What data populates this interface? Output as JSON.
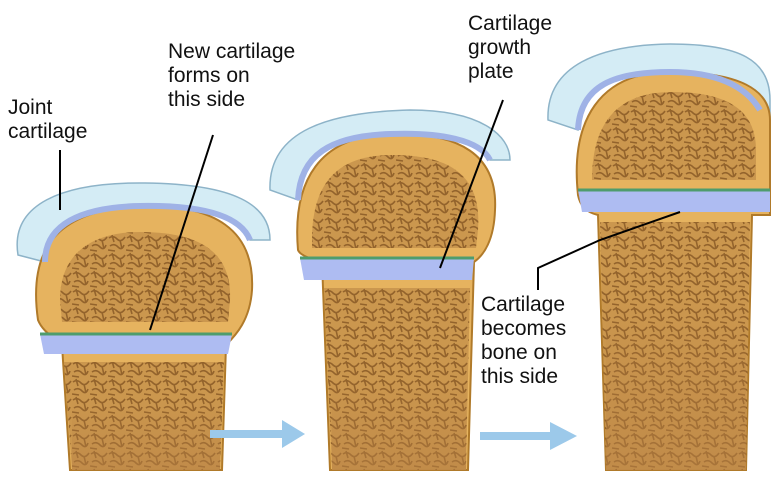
{
  "labels": {
    "joint_cartilage": "Joint\ncartilage",
    "new_cartilage": "New cartilage\nforms on\nthis side",
    "growth_plate": "Cartilage\ngrowth\nplate",
    "becomes_bone": "Cartilage\nbecomes\nbone on\nthis side"
  },
  "colors": {
    "bone": "#e6b35f",
    "bone_outline": "#b07a2a",
    "spongy": "#a9793f",
    "cartilage": "#d4ecf5",
    "cartilage_edge": "#9fb2e6",
    "plate": "#aebcf2",
    "plate_green": "#4e9c6d",
    "arrow": "#9cc9ea"
  }
}
